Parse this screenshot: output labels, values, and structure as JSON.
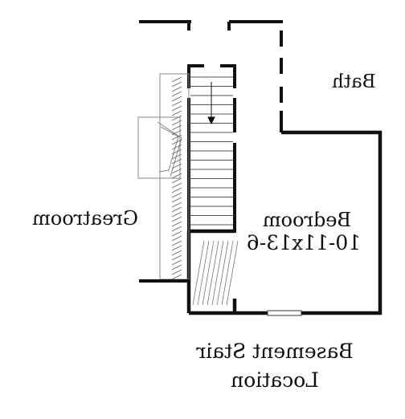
{
  "plan": {
    "labels": {
      "bath": "Bath",
      "greatroom": "Greatroom",
      "bedroom": "Bedroom",
      "bedroom_size": "10-11x13-6",
      "basement_line1": "Basement Stair",
      "basement_line2": "Location"
    },
    "colors": {
      "wall": "#111111",
      "hatch": "#555555",
      "fireplace": "#888888",
      "background": "#ffffff"
    }
  }
}
